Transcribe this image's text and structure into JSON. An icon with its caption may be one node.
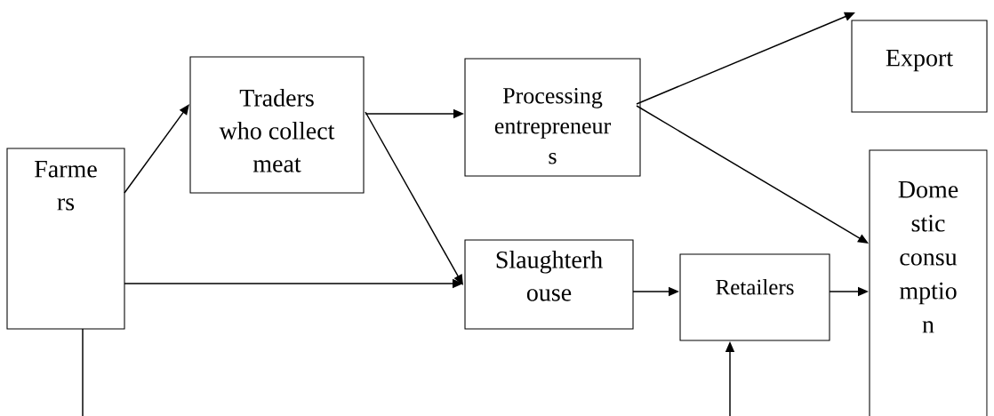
{
  "diagram": {
    "nodes": [
      {
        "text": [
          "Farme rs"
        ]
      },
      {
        "text": [
          "Traders who collect meat"
        ]
      },
      {
        "text": [
          "Processing entrepreneur s"
        ]
      },
      {
        "text": [
          "Export"
        ]
      },
      {
        "text": [
          "Slaughterh ouse"
        ]
      },
      {
        "text": [
          "Retailers"
        ]
      },
      {
        "text": [
          "Dome stic consu mptio n"
        ]
      }
    ],
    "edges": [
      {
        "from": 0,
        "to": 1,
        "arrow": "to"
      },
      {
        "from": 1,
        "to": 2,
        "arrow": "to"
      },
      {
        "from": 1,
        "to": 4,
        "arrow": "to"
      },
      {
        "from": 0,
        "to": 4,
        "arrow": "to"
      },
      {
        "from": 2,
        "to": 3,
        "arrow": "to"
      },
      {
        "from": 2,
        "to": 6,
        "arrow": "to"
      },
      {
        "from": 4,
        "to": 5,
        "arrow": "to"
      },
      {
        "from": 5,
        "to": 6,
        "arrow": "to"
      },
      {
        "from": 0,
        "to": null,
        "arrow": "none"
      },
      {
        "from": null,
        "to": 5,
        "arrow": "to"
      }
    ]
  }
}
